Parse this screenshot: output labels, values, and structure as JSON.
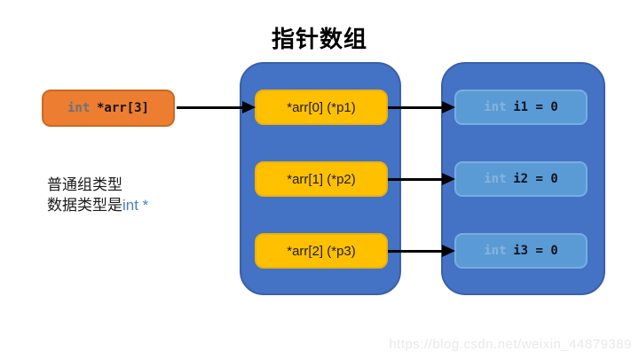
{
  "title": "指针数组",
  "declaration": {
    "keyword": "int",
    "code": "*arr[3]"
  },
  "note": {
    "line1": "普通组类型",
    "line2_prefix": "数据类型是",
    "line2_highlight": "int *"
  },
  "pointer_array": {
    "items": [
      {
        "label": "*arr[0] (*p1)"
      },
      {
        "label": "*arr[1] (*p2)"
      },
      {
        "label": "*arr[2] (*p3)"
      }
    ]
  },
  "values": {
    "items": [
      {
        "keyword": "int",
        "code": "i1 = 0"
      },
      {
        "keyword": "int",
        "code": "i2 = 0"
      },
      {
        "keyword": "int",
        "code": "i3 = 0"
      }
    ]
  },
  "watermark": "https://blog.csdn.net/weixin_44879389",
  "colors": {
    "container_blue": "#4472C4",
    "value_box_blue": "#5B9BD5",
    "pointer_box_yellow": "#FFC000",
    "declaration_orange": "#ED7D31",
    "keyword_muted_gray": "#66727F",
    "keyword_light_blue": "#88B2DF",
    "note_highlight_blue": "#4183C4",
    "arrow_black": "#000000"
  }
}
